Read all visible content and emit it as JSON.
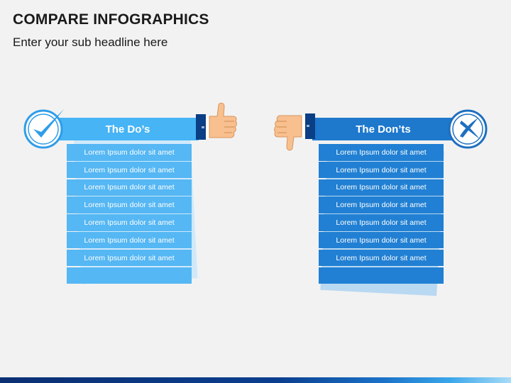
{
  "header": {
    "title": "COMPARE INFOGRAPHICS",
    "subtitle": "Enter your sub headline here"
  },
  "dos": {
    "heading": "The Do’s",
    "icon": "check-icon",
    "hand": "thumbs-up-icon",
    "color": "#46b4f5",
    "items": [
      "Lorem Ipsum dolor sit amet",
      "Lorem Ipsum dolor sit amet",
      "Lorem Ipsum dolor sit amet",
      "Lorem Ipsum dolor sit amet",
      "Lorem Ipsum dolor sit amet",
      "Lorem Ipsum dolor sit amet",
      "Lorem Ipsum dolor sit amet",
      ""
    ]
  },
  "donts": {
    "heading": "The Don’ts",
    "icon": "x-icon",
    "hand": "thumbs-down-icon",
    "color": "#1e78cc",
    "items": [
      "Lorem Ipsum dolor sit amet",
      "Lorem Ipsum dolor sit amet",
      "Lorem Ipsum dolor sit amet",
      "Lorem Ipsum dolor sit amet",
      "Lorem Ipsum dolor sit amet",
      "Lorem Ipsum dolor sit amet",
      "Lorem Ipsum dolor sit amet",
      ""
    ]
  }
}
